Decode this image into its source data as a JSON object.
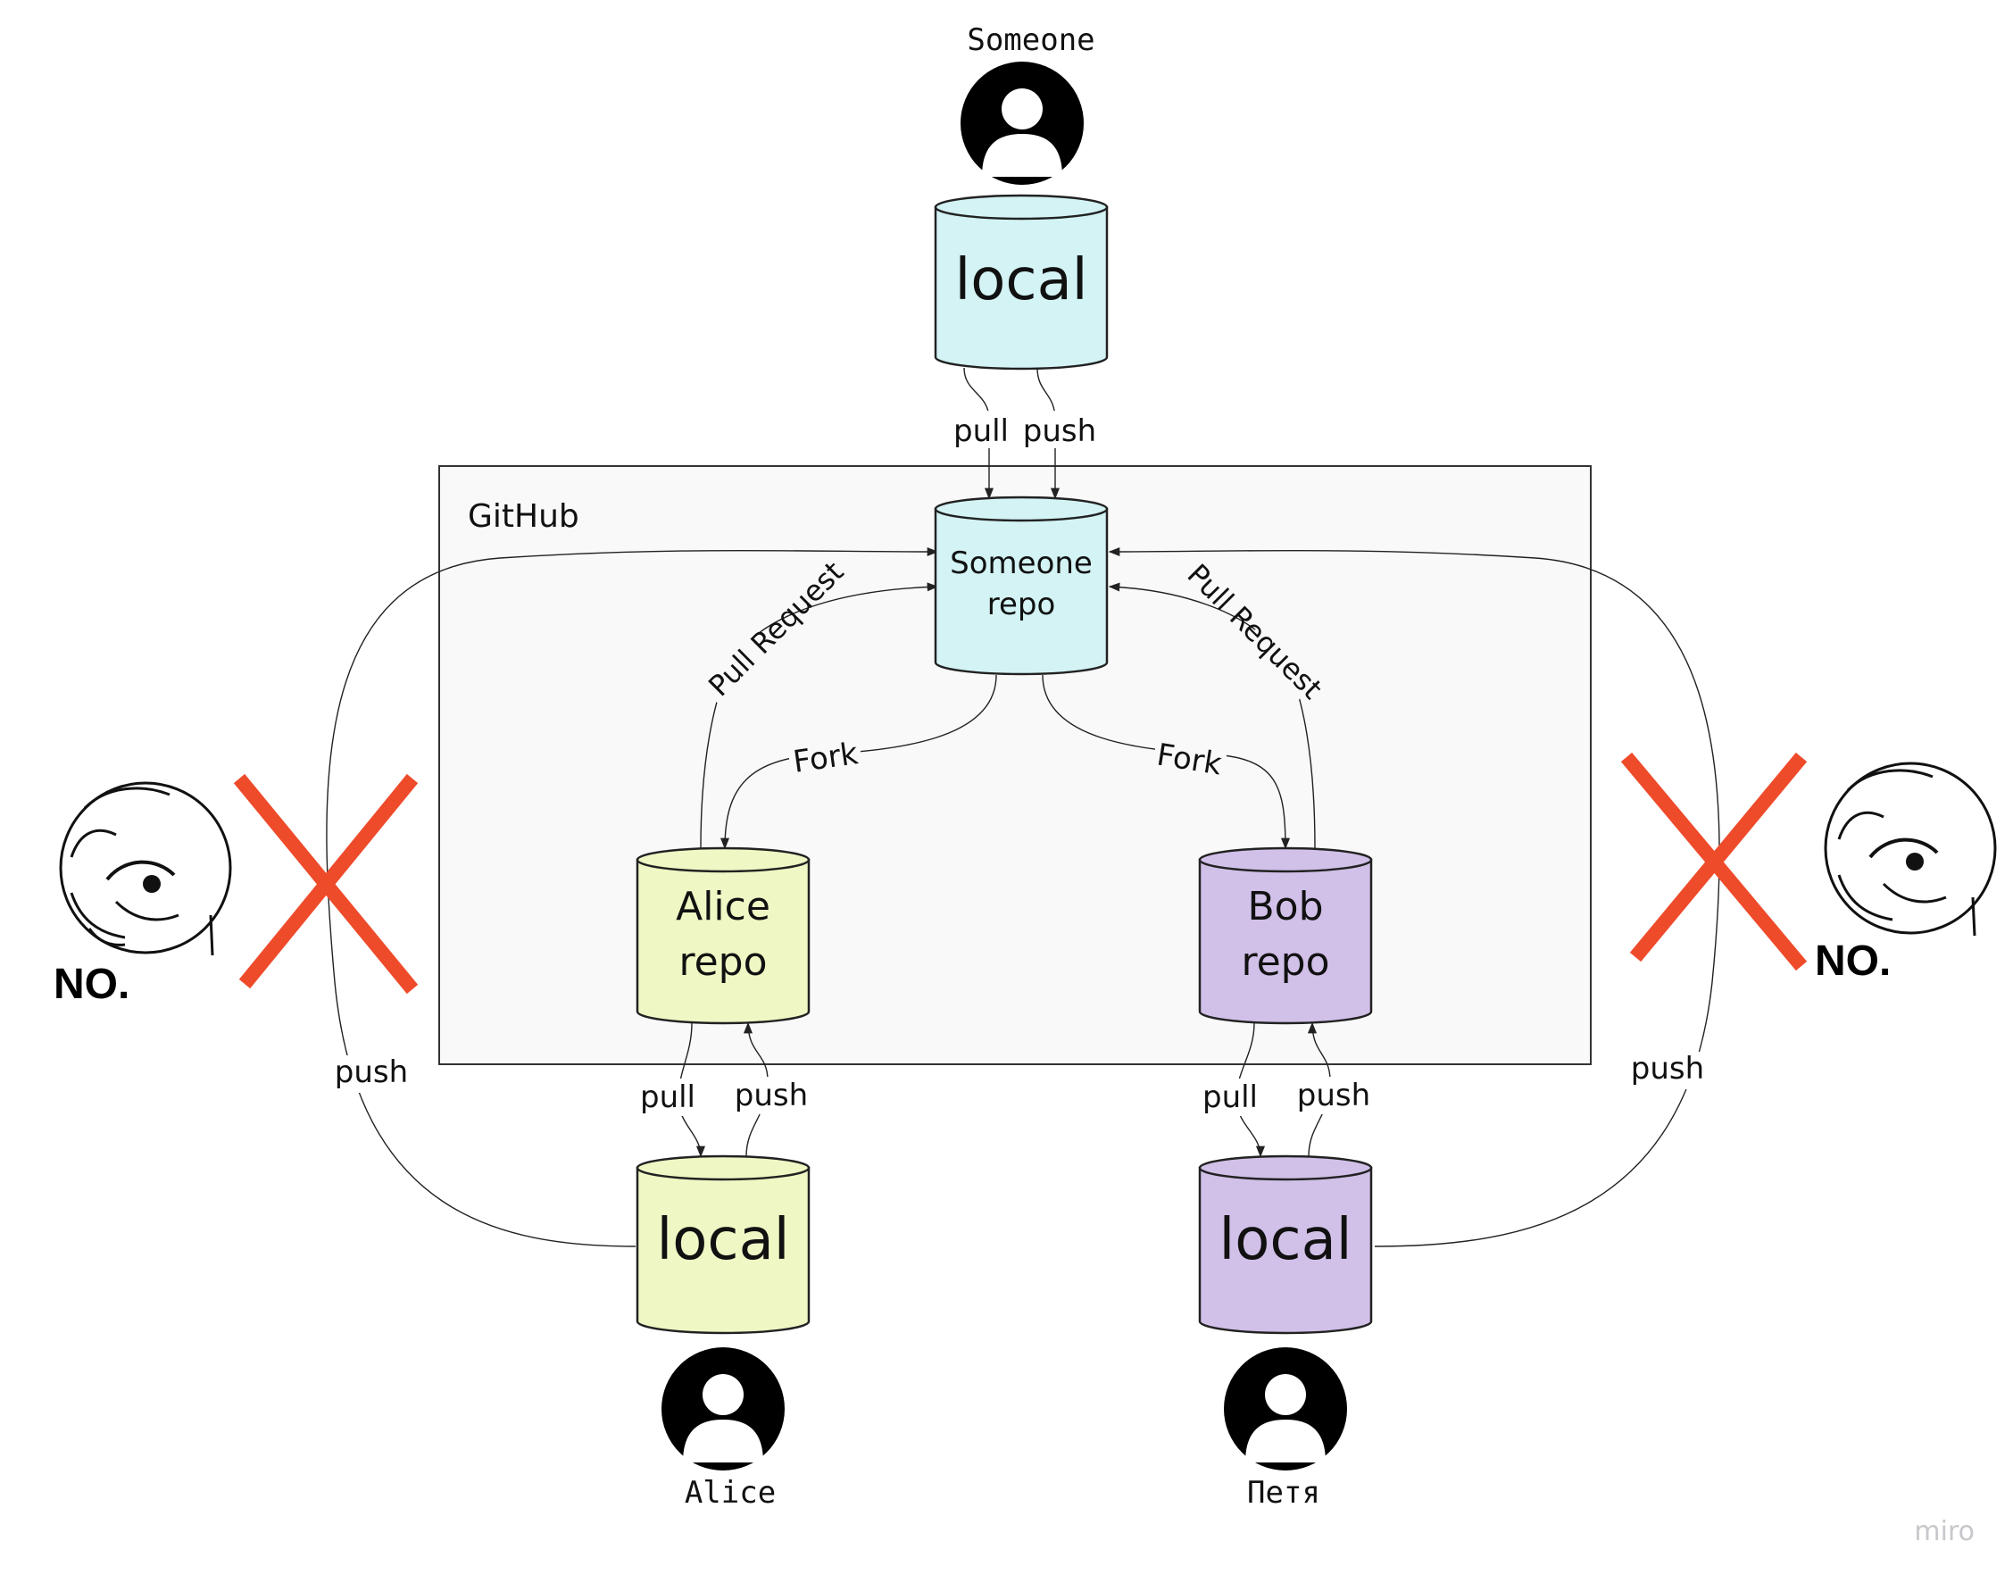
{
  "colors": {
    "cyan": "#d3f3f4",
    "yellow": "#eff7c4",
    "purple": "#d1c0e8",
    "cross": "#ee4b2b",
    "github_bg": "#f9f9f9"
  },
  "people": {
    "someone": {
      "name": "Someone",
      "icon": "user-avatar-icon"
    },
    "alice": {
      "name": "Alice",
      "icon": "user-avatar-icon"
    },
    "bob": {
      "name": "Петя",
      "icon": "user-avatar-icon"
    }
  },
  "github": {
    "title": "GitHub"
  },
  "repos": {
    "someone_local": "local",
    "someone_repo": [
      "Someone",
      "repo"
    ],
    "alice_repo": [
      "Alice",
      "repo"
    ],
    "bob_repo": [
      "Bob",
      "repo"
    ],
    "alice_local": "local",
    "bob_local": "local"
  },
  "edges": {
    "pull": "pull",
    "push": "push",
    "fork": "Fork",
    "pull_request": "Pull Request"
  },
  "rejections": {
    "left": {
      "text": "NO.",
      "icon": "rage-face-no-icon",
      "mark": "red-cross-icon"
    },
    "right": {
      "text": "NO.",
      "icon": "rage-face-no-icon",
      "mark": "red-cross-icon"
    }
  },
  "watermark": "miro"
}
